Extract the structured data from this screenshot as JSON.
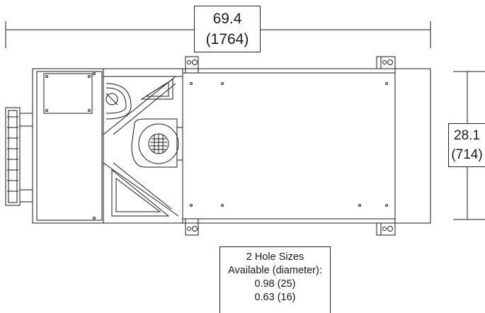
{
  "dimensions": {
    "width": {
      "inches": "69.4",
      "mm": "(1764)"
    },
    "height": {
      "inches": "28.1",
      "mm": "(714)"
    }
  },
  "hole_note": {
    "line1": "2 Hole Sizes",
    "line2": "Available (diameter):",
    "size1": "0.98 (25)",
    "size2": "0.63 (16)"
  },
  "colors": {
    "line": "#1a1a1a",
    "background": "#ffffff"
  }
}
